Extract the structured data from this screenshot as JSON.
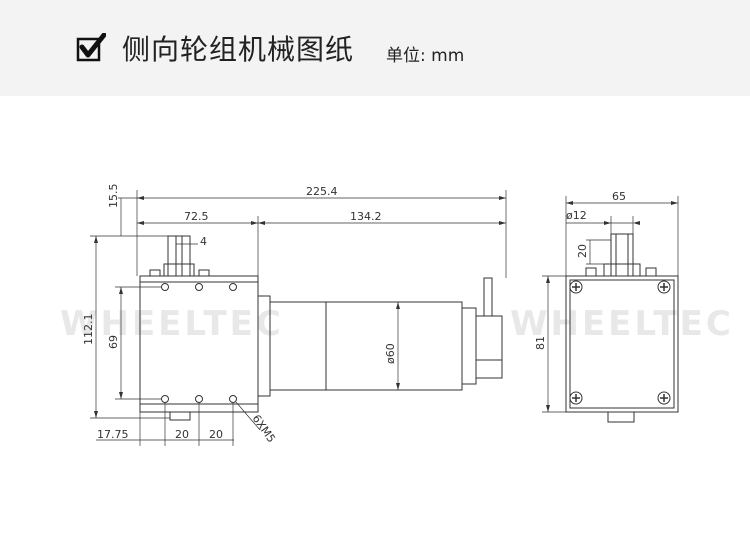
{
  "header": {
    "title": "侧向轮组机械图纸",
    "unit_label": "单位: mm",
    "check_icon": "checkbox-check-icon"
  },
  "watermark": {
    "text": "WHEELTEC",
    "color": "#e8e8e8"
  },
  "dimensions": {
    "total_length": "225.4",
    "shaft_offset_top": "15.5",
    "body_length": "72.5",
    "motor_length": "134.2",
    "shaft_key": "4",
    "overall_height": "112.1",
    "hole_spacing_vertical": "69",
    "motor_diameter": "ø60",
    "edge_offset": "17.75",
    "hole_spacing_a": "20",
    "hole_spacing_b": "20",
    "screw_holes": "6XM5",
    "side_width": "65",
    "shaft_diameter": "ø12",
    "shaft_height": "20",
    "side_height": "81"
  },
  "colors": {
    "line": "#333333",
    "header_bg": "#f3f3f3"
  }
}
